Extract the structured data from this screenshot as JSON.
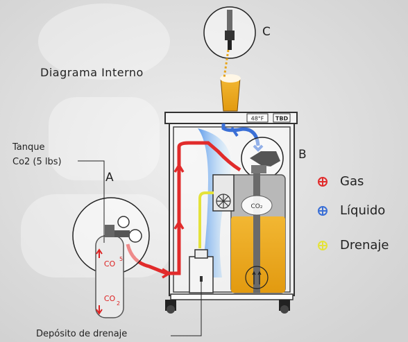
{
  "title": "Diagrama Interno",
  "tank": {
    "line1": "Tanque",
    "line2": "Co2 (5 lbs)"
  },
  "labels": {
    "a": "A",
    "b": "B",
    "c": "C"
  },
  "drain_label": "Depósito de drenaje",
  "display": {
    "temp": "48°F",
    "brand": "TBD"
  },
  "cylinder_marks": {
    "top": "CO",
    "top_sup": "5",
    "bottom": "CO",
    "bottom_sub": "2"
  },
  "keg_bubble": "CO₂",
  "legend": [
    {
      "label": "Gas",
      "color": "#e12b2b"
    },
    {
      "label": "Líquido",
      "color": "#3a6fd6"
    },
    {
      "label": "Drenaje",
      "color": "#e4e23a"
    }
  ]
}
